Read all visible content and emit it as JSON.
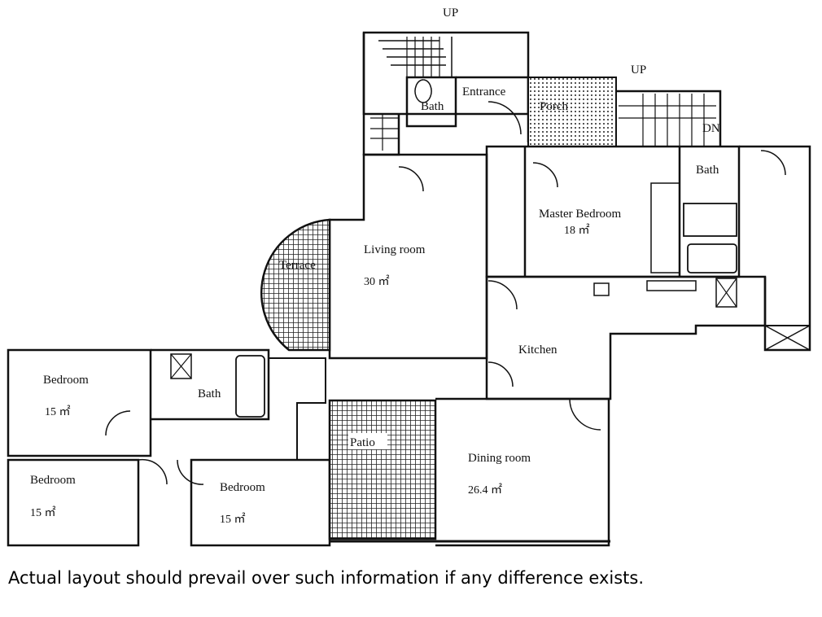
{
  "labels": {
    "up_top": "UP",
    "up_right": "UP",
    "dn": "DN",
    "bath_top": "Bath",
    "entrance": "Entrance",
    "porch": "Porch",
    "bath_master": "Bath",
    "master_bedroom": "Master Bedroom",
    "master_area": "18 ㎡",
    "terrace": "Terrace",
    "living_room": "Living room",
    "living_area": "30 ㎡",
    "kitchen": "Kitchen",
    "bedroom1": "Bedroom",
    "bedroom1_area": "15 ㎡",
    "bath_lower": "Bath",
    "bedroom2": "Bedroom",
    "bedroom2_area": "15 ㎡",
    "bedroom3": "Bedroom",
    "bedroom3_area": "15 ㎡",
    "patio": "Patio",
    "dining_room": "Dining room",
    "dining_area": "26.4 ㎡"
  },
  "disclaimer": "Actual layout should prevail over such information if any difference exists."
}
